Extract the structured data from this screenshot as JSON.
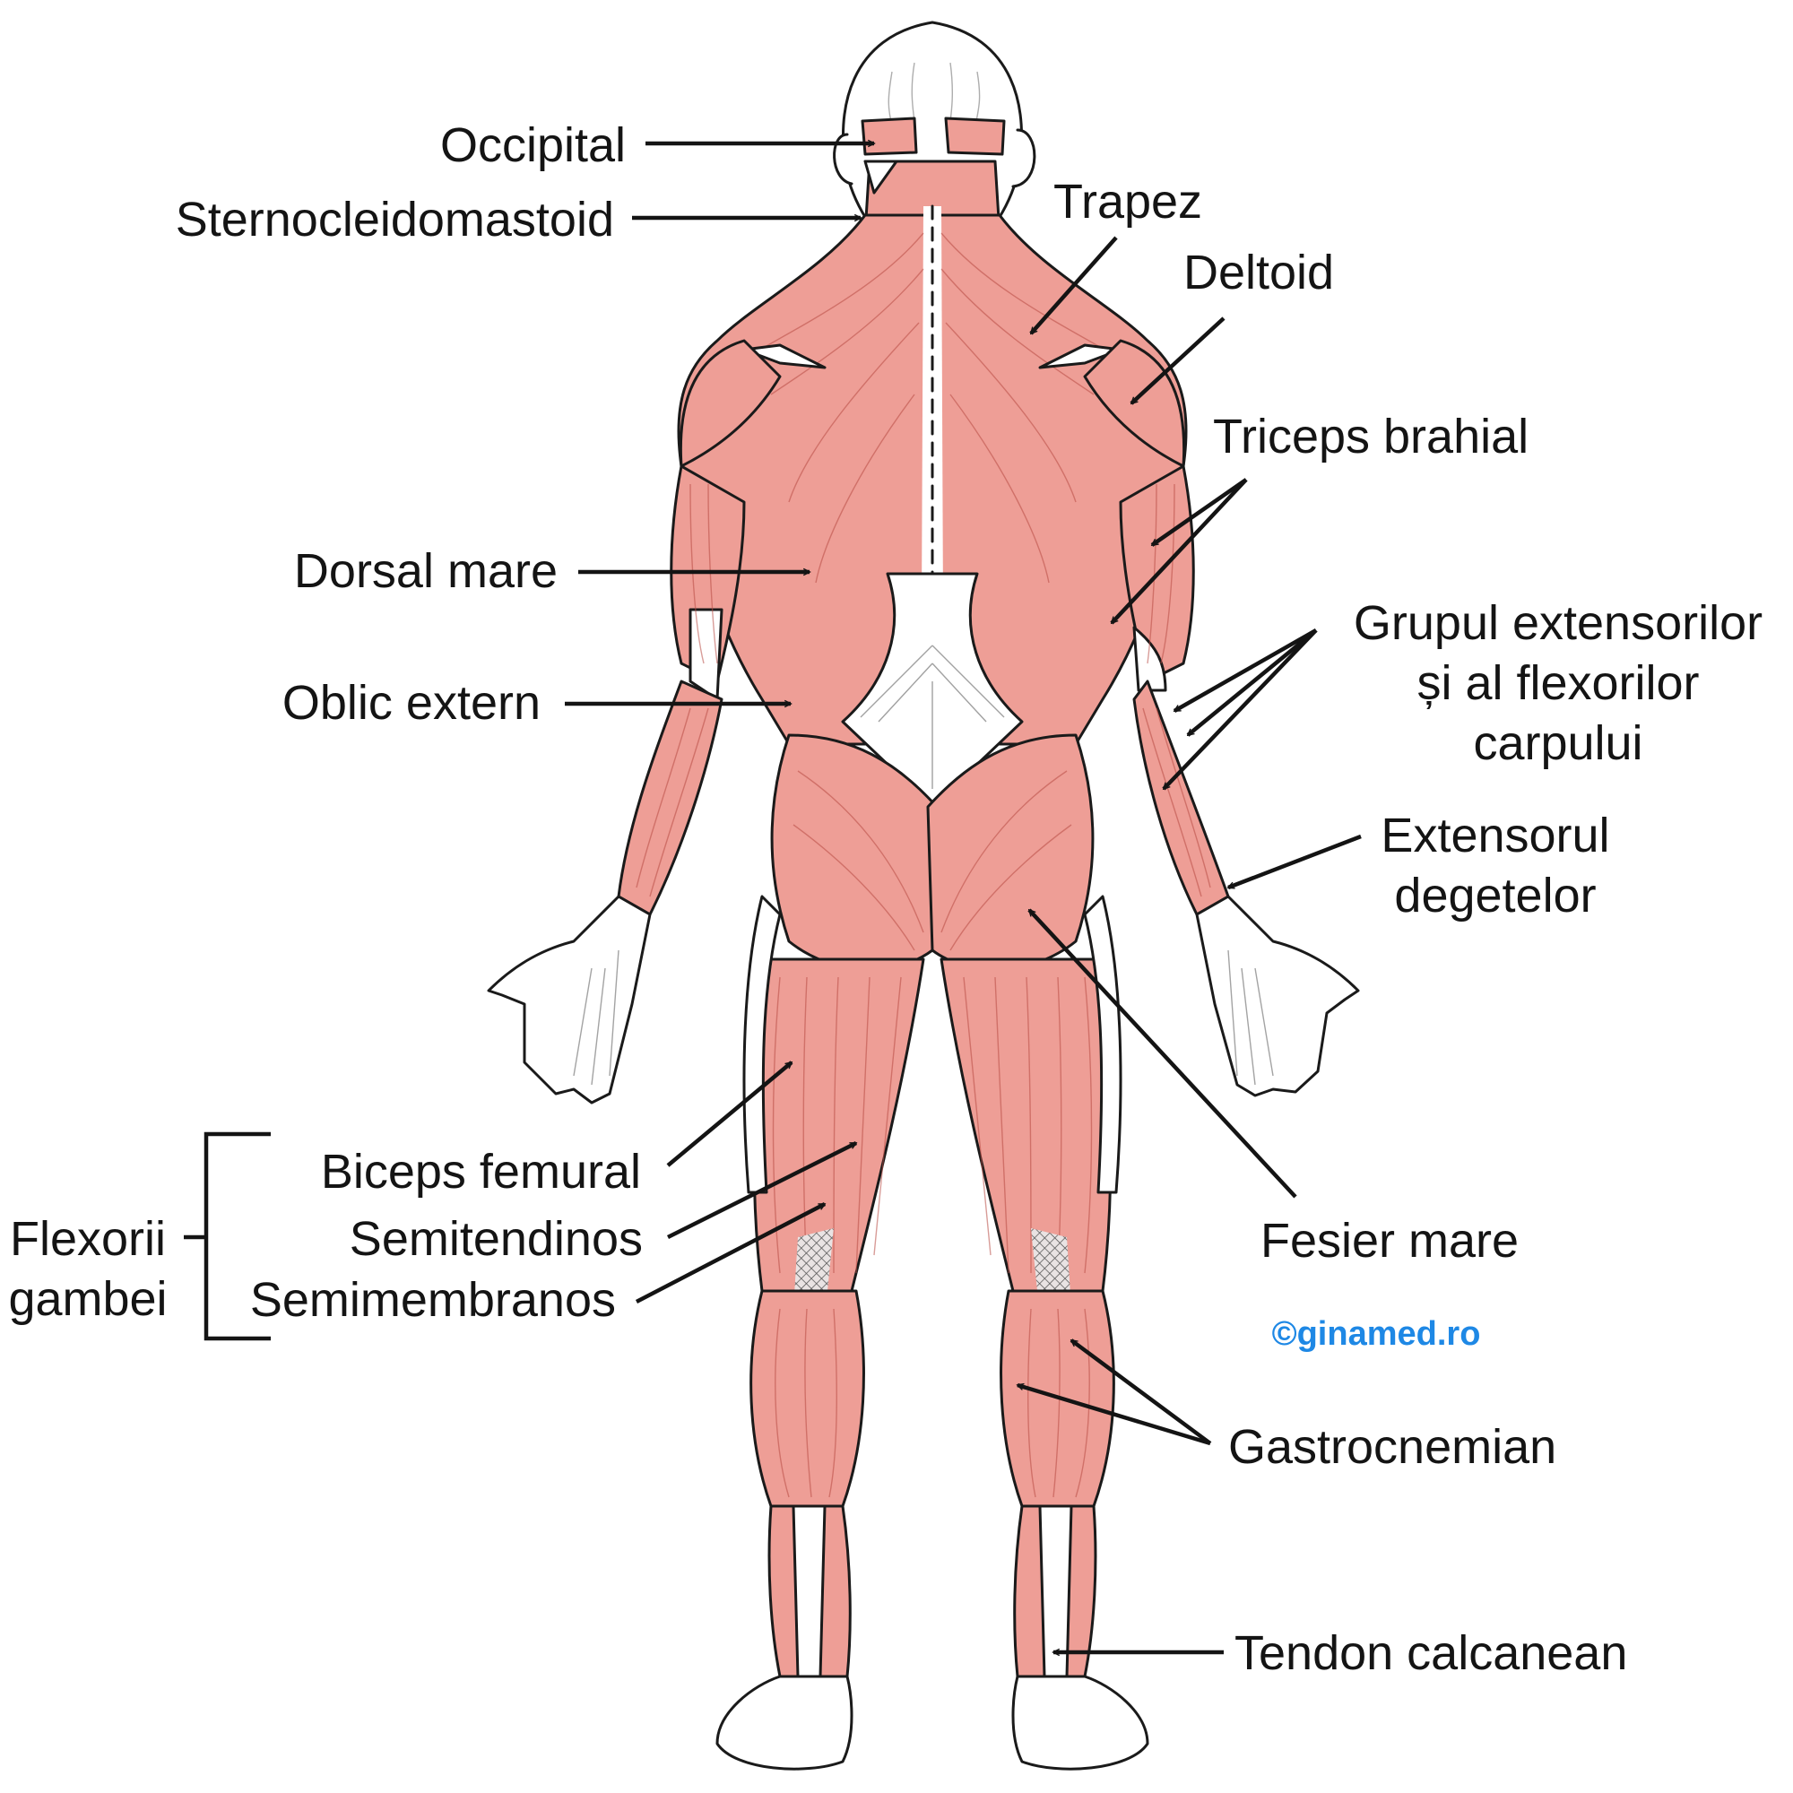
{
  "colors": {
    "muscle": "#ee9e96",
    "muscle_line": "#b84a44",
    "outline": "#1a1a1a",
    "text": "#141414",
    "watermark": "#1e88e5"
  },
  "labels": {
    "occipital": "Occipital",
    "sternocleidomastoid": "Sternocleidomastoid",
    "trapez": "Trapez",
    "deltoid": "Deltoid",
    "triceps": "Triceps brahial",
    "dorsal_mare": "Dorsal mare",
    "grupul_1": "Grupul extensorilor",
    "grupul_2": "și al flexorilor",
    "grupul_3": "carpului",
    "oblic_extern": "Oblic extern",
    "extensorul_1": "Extensorul",
    "extensorul_2": "degetelor",
    "biceps_femural": "Biceps femural",
    "semitendinos": "Semitendinos",
    "semimembranos": "Semimembranos",
    "flexorii_1": "Flexorii",
    "flexorii_2": "gambei",
    "fesier_mare": "Fesier mare",
    "gastrocnemian": "Gastrocnemian",
    "tendon_calcanean": "Tendon calcanean"
  },
  "watermark": "©ginamed.ro"
}
